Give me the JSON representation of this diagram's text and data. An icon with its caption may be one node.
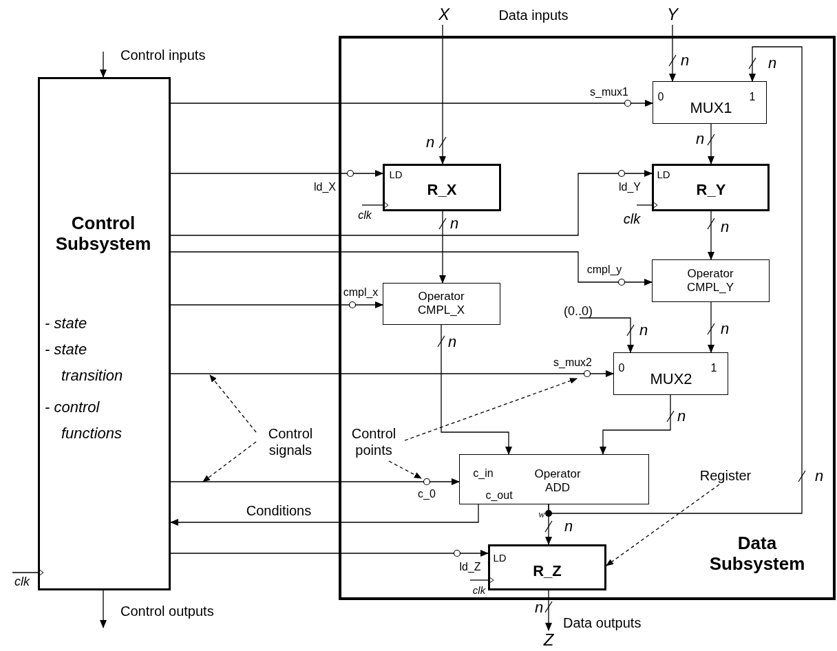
{
  "diagram": {
    "nodes": [
      {
        "text": [
          "Control Subsystem",
          "- state",
          "- state transition",
          "- control functions"
        ],
        "beside": [
          "clk"
        ]
      },
      {
        "text": [
          "Data Subsystem"
        ]
      },
      {
        "text": [
          "X"
        ]
      },
      {
        "text": [
          "Y"
        ]
      },
      {
        "text": [
          "0",
          "MUX1",
          "1"
        ],
        "in": 1
      },
      {
        "text": [
          "LD",
          "R_X"
        ],
        "beside": [
          "clk"
        ],
        "in": 1
      },
      {
        "text": [
          "LD",
          "R_Y"
        ],
        "beside": [
          "clk"
        ],
        "in": 1
      },
      {
        "text": [
          "Operator CMPL_X"
        ],
        "in": 1
      },
      {
        "text": [
          "Operator CMPL_Y"
        ],
        "in": 1
      },
      {
        "text": [
          "(0..0)"
        ],
        "in": 1
      },
      {
        "text": [
          "0",
          "MUX2",
          "1"
        ],
        "in": 1
      },
      {
        "text": [
          "c_in",
          "Operator ADD",
          "c_out"
        ],
        "in": 1
      },
      {
        "text": [
          "LD",
          "R_Z"
        ],
        "beside": [
          "clk"
        ],
        "in": 1
      },
      {
        "text": [
          "Z"
        ]
      },
      {
        "text": [
          "Control signals"
        ]
      },
      {
        "text": [
          "Control points"
        ],
        "in": 1
      },
      {
        "text": [
          "Register"
        ],
        "in": 1
      }
    ],
    "edges": [
      {
        "from": null,
        "to": 0,
        "arrow": "to"
      },
      {
        "from": 0,
        "to": null,
        "arrow": "to"
      },
      {
        "from": 2,
        "to": 5,
        "arrow": "to"
      },
      {
        "from": 3,
        "to": 4,
        "arrow": "to"
      },
      {
        "from": 4,
        "to": 6,
        "arrow": "to"
      },
      {
        "from": 5,
        "to": 7,
        "arrow": "to"
      },
      {
        "from": 6,
        "to": 8,
        "arrow": "to"
      },
      {
        "from": 7,
        "to": 11,
        "arrow": "to"
      },
      {
        "from": 8,
        "to": 10,
        "arrow": "to"
      },
      {
        "from": 9,
        "to": 10,
        "arrow": "to"
      },
      {
        "from": 10,
        "to": 11,
        "arrow": "to"
      },
      {
        "from": 11,
        "to": 12,
        "arrow": "to"
      },
      {
        "from": 11,
        "to": 4,
        "arrow": "to"
      },
      {
        "from": 12,
        "to": 13,
        "arrow": "to"
      },
      {
        "from": 0,
        "to": 4,
        "label": "s_mux1",
        "arrow": "to"
      },
      {
        "from": 0,
        "to": 5,
        "label": "ld_X",
        "arrow": "to"
      },
      {
        "from": 0,
        "to": 6,
        "label": "ld_Y",
        "arrow": "to"
      },
      {
        "from": 0,
        "to": 8,
        "label": "cmpl_y",
        "arrow": "to"
      },
      {
        "from": 0,
        "to": 7,
        "label": "cmpl_x",
        "arrow": "to"
      },
      {
        "from": 0,
        "to": 10,
        "label": "s_mux2",
        "arrow": "to"
      },
      {
        "from": 0,
        "to": 11,
        "label": "c_0",
        "arrow": "to"
      },
      {
        "from": 11,
        "to": 0,
        "label": "Conditions",
        "arrow": "to"
      },
      {
        "from": 0,
        "to": 12,
        "label": "ld_Z",
        "arrow": "to"
      },
      {
        "from": 14,
        "to": null,
        "arrow": "to",
        "style": "dashed"
      },
      {
        "from": 14,
        "to": null,
        "arrow": "to",
        "style": "dashed"
      },
      {
        "from": 15,
        "to": null,
        "arrow": "to",
        "style": "dashed"
      },
      {
        "from": 15,
        "to": null,
        "arrow": "to",
        "style": "dashed"
      },
      {
        "from": 16,
        "to": 12,
        "arrow": "to",
        "style": "dashed"
      }
    ],
    "labels": [
      "Control inputs",
      "Data inputs",
      "n",
      "n",
      "n",
      "n",
      "n",
      "n",
      "n",
      "n",
      "n",
      "n",
      "n",
      "n",
      "n",
      "w",
      "Control outputs",
      "Data outputs"
    ]
  }
}
